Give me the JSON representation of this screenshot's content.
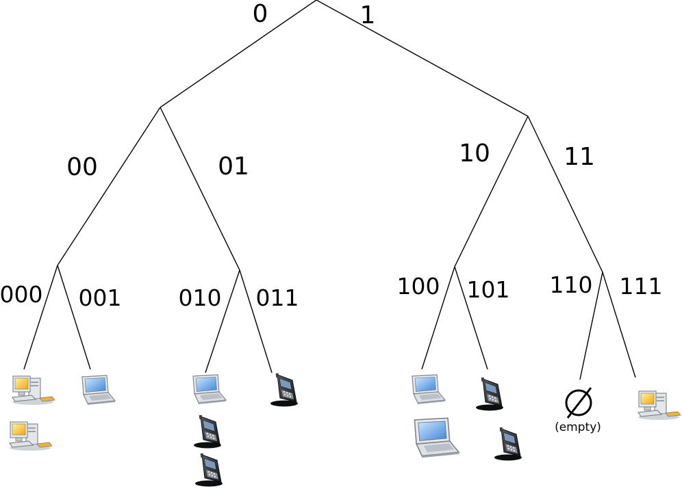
{
  "tree": {
    "level1": [
      {
        "key": "0",
        "bits": "0"
      },
      {
        "key": "1",
        "bits": "1"
      }
    ],
    "level2": [
      {
        "key": "00",
        "bits": "00"
      },
      {
        "key": "01",
        "bits": "01"
      },
      {
        "key": "10",
        "bits": "10"
      },
      {
        "key": "11",
        "bits": "11"
      }
    ],
    "level3": [
      {
        "key": "000",
        "bits": "000",
        "devices": [
          "desktop-computer",
          "desktop-computer"
        ]
      },
      {
        "key": "001",
        "bits": "001",
        "devices": [
          "laptop"
        ]
      },
      {
        "key": "010",
        "bits": "010",
        "devices": [
          "laptop",
          "mobile-phone",
          "mobile-phone"
        ]
      },
      {
        "key": "011",
        "bits": "011",
        "devices": [
          "mobile-phone"
        ]
      },
      {
        "key": "100",
        "bits": "100",
        "devices": [
          "laptop",
          "laptop"
        ]
      },
      {
        "key": "101",
        "bits": "101",
        "devices": [
          "mobile-phone",
          "mobile-phone"
        ]
      },
      {
        "key": "110",
        "bits": "110",
        "devices": [],
        "empty_label": "(empty)"
      },
      {
        "key": "111",
        "bits": "111",
        "devices": [
          "desktop-computer"
        ]
      }
    ]
  },
  "colors": {
    "screen": "#4f8fd8",
    "monitor_screen": "#f2c21a",
    "device_body": "#d8dde3",
    "phone_body": "#2b2f36"
  }
}
